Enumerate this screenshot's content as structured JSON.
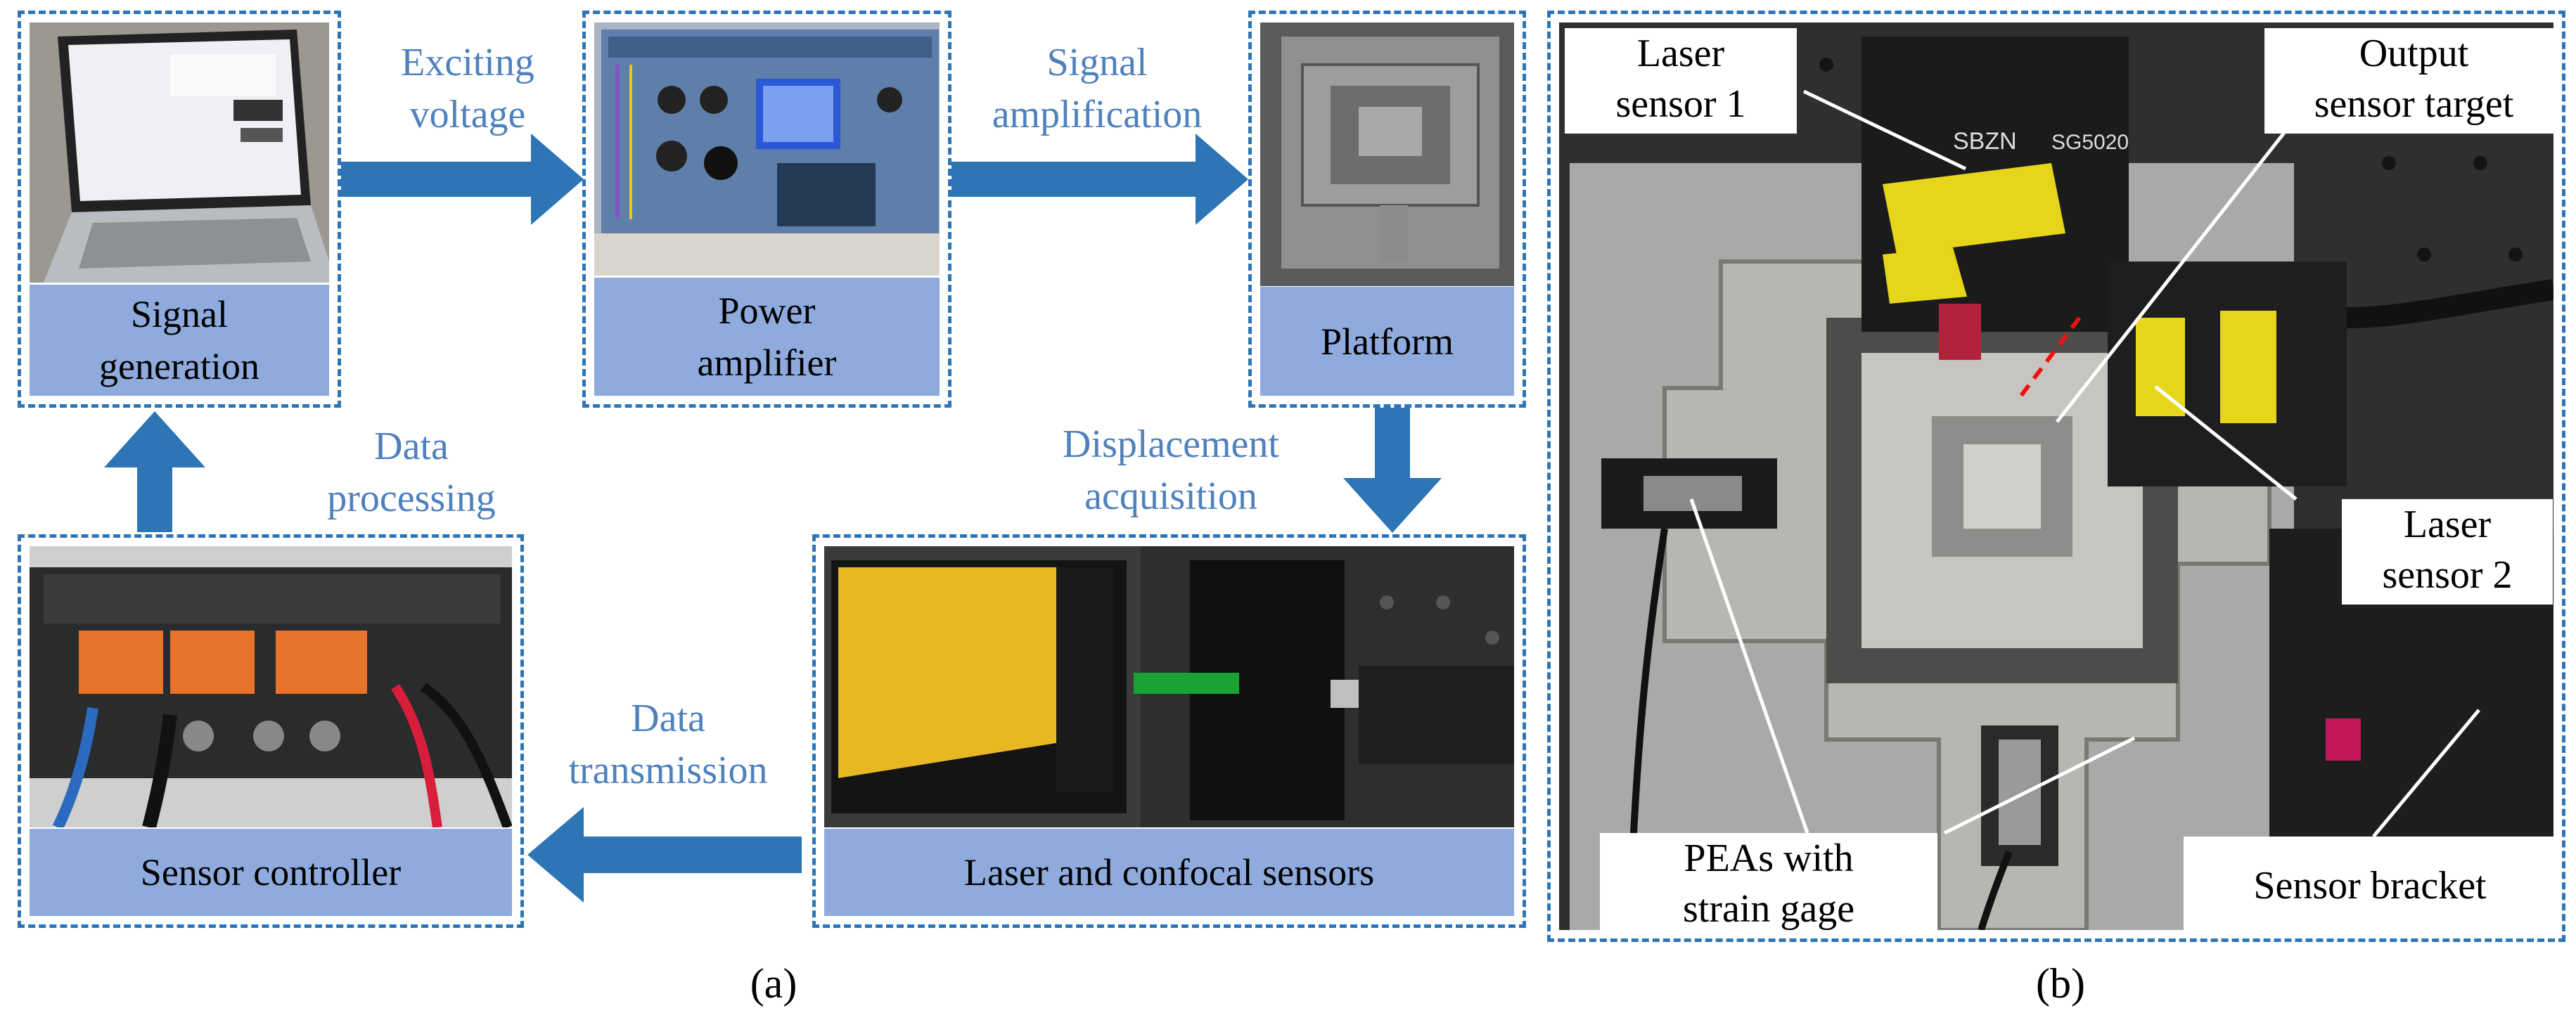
{
  "panel_a": {
    "boxes": {
      "signal_generation": [
        "Signal",
        "generation"
      ],
      "power_amplifier": [
        "Power",
        "amplifier"
      ],
      "platform": "Platform",
      "laser_confocal": "Laser and confocal sensors",
      "sensor_controller": "Sensor controller"
    },
    "flows": {
      "exciting_voltage": [
        "Exciting",
        "voltage"
      ],
      "signal_amplification": [
        "Signal",
        "amplification"
      ],
      "displacement_acquisition": [
        "Displacement",
        "acquisition"
      ],
      "data_transmission": [
        "Data",
        "transmission"
      ],
      "data_processing": [
        "Data",
        "processing"
      ]
    },
    "label": "(a)"
  },
  "panel_b": {
    "callouts": {
      "laser_sensor_1": [
        "Laser",
        "sensor 1"
      ],
      "output_sensor_target": [
        "Output",
        "sensor target"
      ],
      "laser_sensor_2": [
        "Laser",
        "sensor 2"
      ],
      "peas_strain_gage": [
        "PEAs with",
        "strain gage"
      ],
      "sensor_bracket": "Sensor bracket"
    },
    "device_text": {
      "brand": "SBZN",
      "model": "SG5020"
    },
    "label": "(b)"
  },
  "colors": {
    "frame": "#2e75b6",
    "caption_fill": "#8faadc",
    "flow_text": "#4f81bd",
    "arrow": "#2e75b6"
  }
}
